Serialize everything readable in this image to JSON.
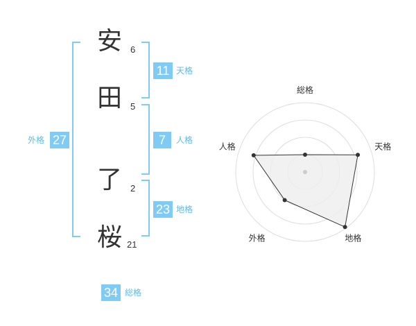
{
  "name_chars": [
    {
      "char": "安",
      "strokes": "6"
    },
    {
      "char": "田",
      "strokes": "5"
    },
    {
      "char": "了",
      "strokes": "2"
    },
    {
      "char": "桜",
      "strokes": "21"
    }
  ],
  "kakusu": {
    "tenkaku": {
      "value": "11",
      "label": "天格"
    },
    "jinkaku": {
      "value": "7",
      "label": "人格"
    },
    "chikaku": {
      "value": "23",
      "label": "地格"
    },
    "gaikaku": {
      "value": "27",
      "label": "外格"
    },
    "soukaku": {
      "value": "34",
      "label": "総格"
    }
  },
  "colors": {
    "accent": "#7fcbf4",
    "label": "#5bbbee",
    "text": "#333333",
    "radar_fill": "#eeeeee",
    "radar_grid": "#dddddd"
  },
  "chart_data": {
    "type": "radar",
    "axes": [
      "総格",
      "天格",
      "地格",
      "外格",
      "人格"
    ],
    "values": [
      0.25,
      0.8,
      0.98,
      0.5,
      0.78
    ],
    "max": 1,
    "rings": 4
  }
}
